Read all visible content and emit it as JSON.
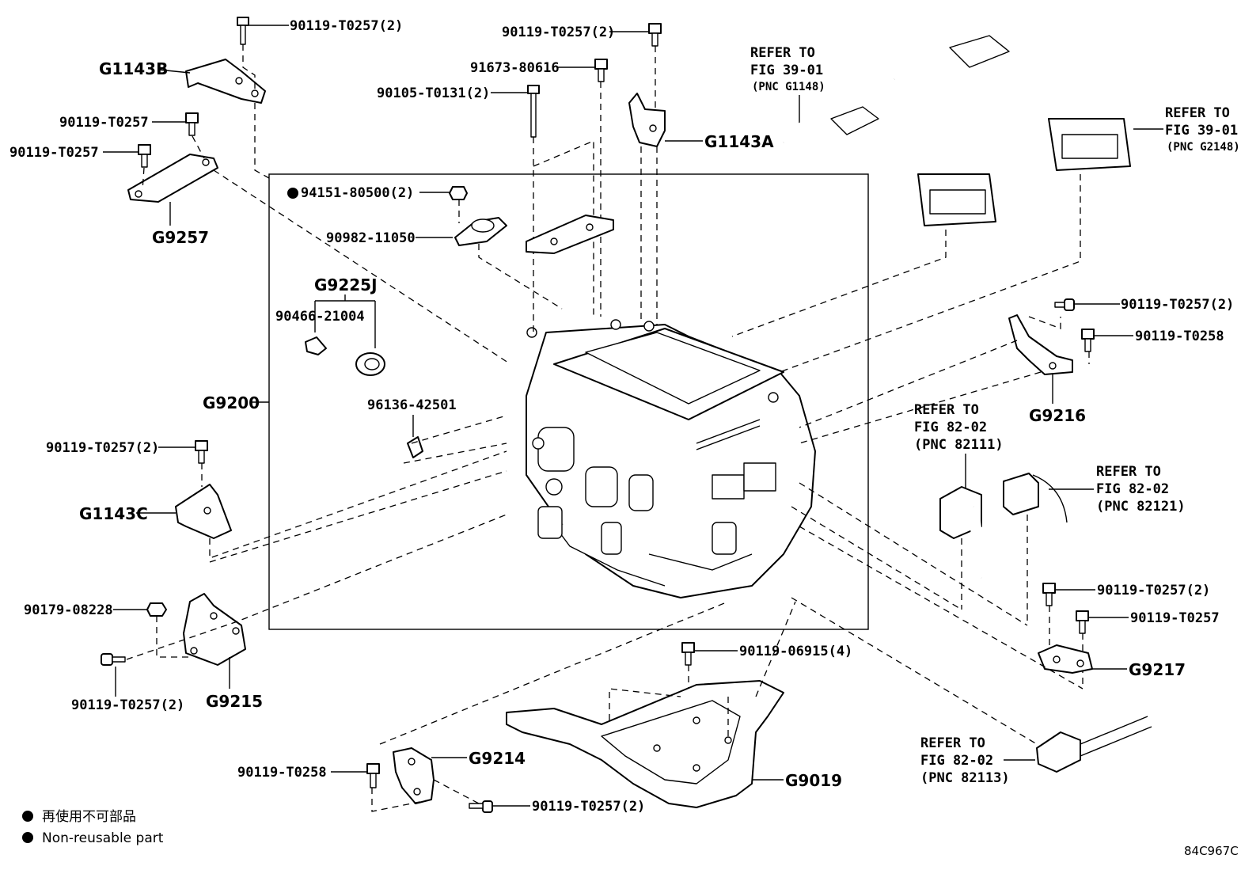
{
  "labels": {
    "bolt_top_left": "90119-T0257(2)",
    "g1143b": "G1143B",
    "bolt_left_1": "90119-T0257",
    "bolt_left_2": "90119-T0257",
    "g9257": "G9257",
    "nut_94151": "94151-80500(2)",
    "clamp_90982": "90982-11050",
    "g9225j": "G9225J",
    "plug_90466": "90466-21004",
    "clip_96136": "96136-42501",
    "g9200": "G9200",
    "bolt_g1143c": "90119-T0257(2)",
    "g1143c": "G1143C",
    "nut_90179": "90179-08228",
    "g9215": "G9215",
    "bolt_g9215": "90119-T0257(2)",
    "bolt_top_mid": "90119-T0257(2)",
    "bolt_91673": "91673-80616",
    "bolt_90105": "90105-T0131(2)",
    "g1143a": "G1143A",
    "refer_3901_a_1": "REFER TO",
    "refer_3901_a_2": "FIG 39-01",
    "refer_3901_a_3": "(PNC G1148)",
    "refer_3901_b_1": "REFER TO",
    "refer_3901_b_2": "FIG 39-01",
    "refer_3901_b_3": "(PNC G2148)",
    "bolt_right_1": "90119-T0257(2)",
    "bolt_right_2": "90119-T0258",
    "g9216": "G9216",
    "refer_8202_a_1": "REFER TO",
    "refer_8202_a_2": "FIG 82-02",
    "refer_8202_a_3": "(PNC 82111)",
    "refer_8202_b_1": "REFER TO",
    "refer_8202_b_2": "FIG 82-02",
    "refer_8202_b_3": "(PNC 82121)",
    "bolt_right_3": "90119-T0257(2)",
    "bolt_right_4": "90119-T0257",
    "g9217": "G9217",
    "bolt_06915": "90119-06915(4)",
    "g9019": "G9019",
    "g9214": "G9214",
    "bolt_bottom_1": "90119-T0258",
    "bolt_bottom_2": "90119-T0257(2)",
    "refer_8202_c_1": "REFER TO",
    "refer_8202_c_2": "FIG 82-02",
    "refer_8202_c_3": "(PNC 82113)"
  },
  "legend": {
    "jp": "再使用不可部品",
    "en": "Non-reusable part"
  },
  "drawing_code": "84C967C"
}
